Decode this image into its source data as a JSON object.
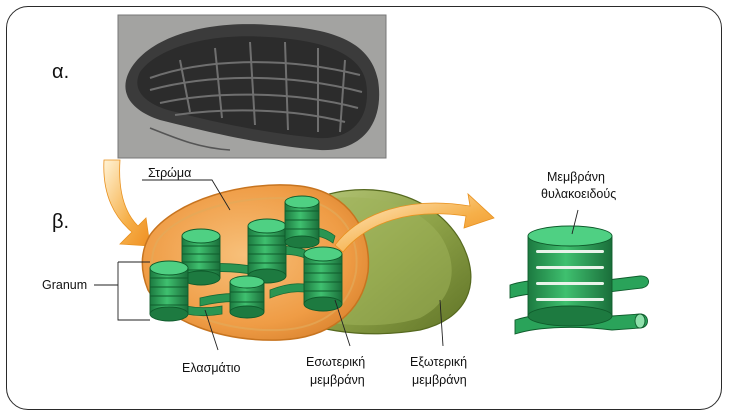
{
  "parts": {
    "a": "α.",
    "b": "β."
  },
  "labels": {
    "stroma": "Στρώμα",
    "granum": "Granum",
    "lamella": "Ελασμάτιο",
    "inner_membrane_line1": "Εσωτερική",
    "inner_membrane_line2": "μεμβράνη",
    "outer_membrane_line1": "Εξωτερική",
    "outer_membrane_line2": "μεμβράνη",
    "thylakoid_membrane_line1": "Μεμβράνη",
    "thylakoid_membrane_line2": "θυλακοειδούς"
  },
  "colors": {
    "stroma": "#f0a24a",
    "outer_membrane": "#8aa34a",
    "thylakoid": "#2aa35a",
    "arrow": "#f29a2e",
    "micrograph": "#9a9a98"
  }
}
